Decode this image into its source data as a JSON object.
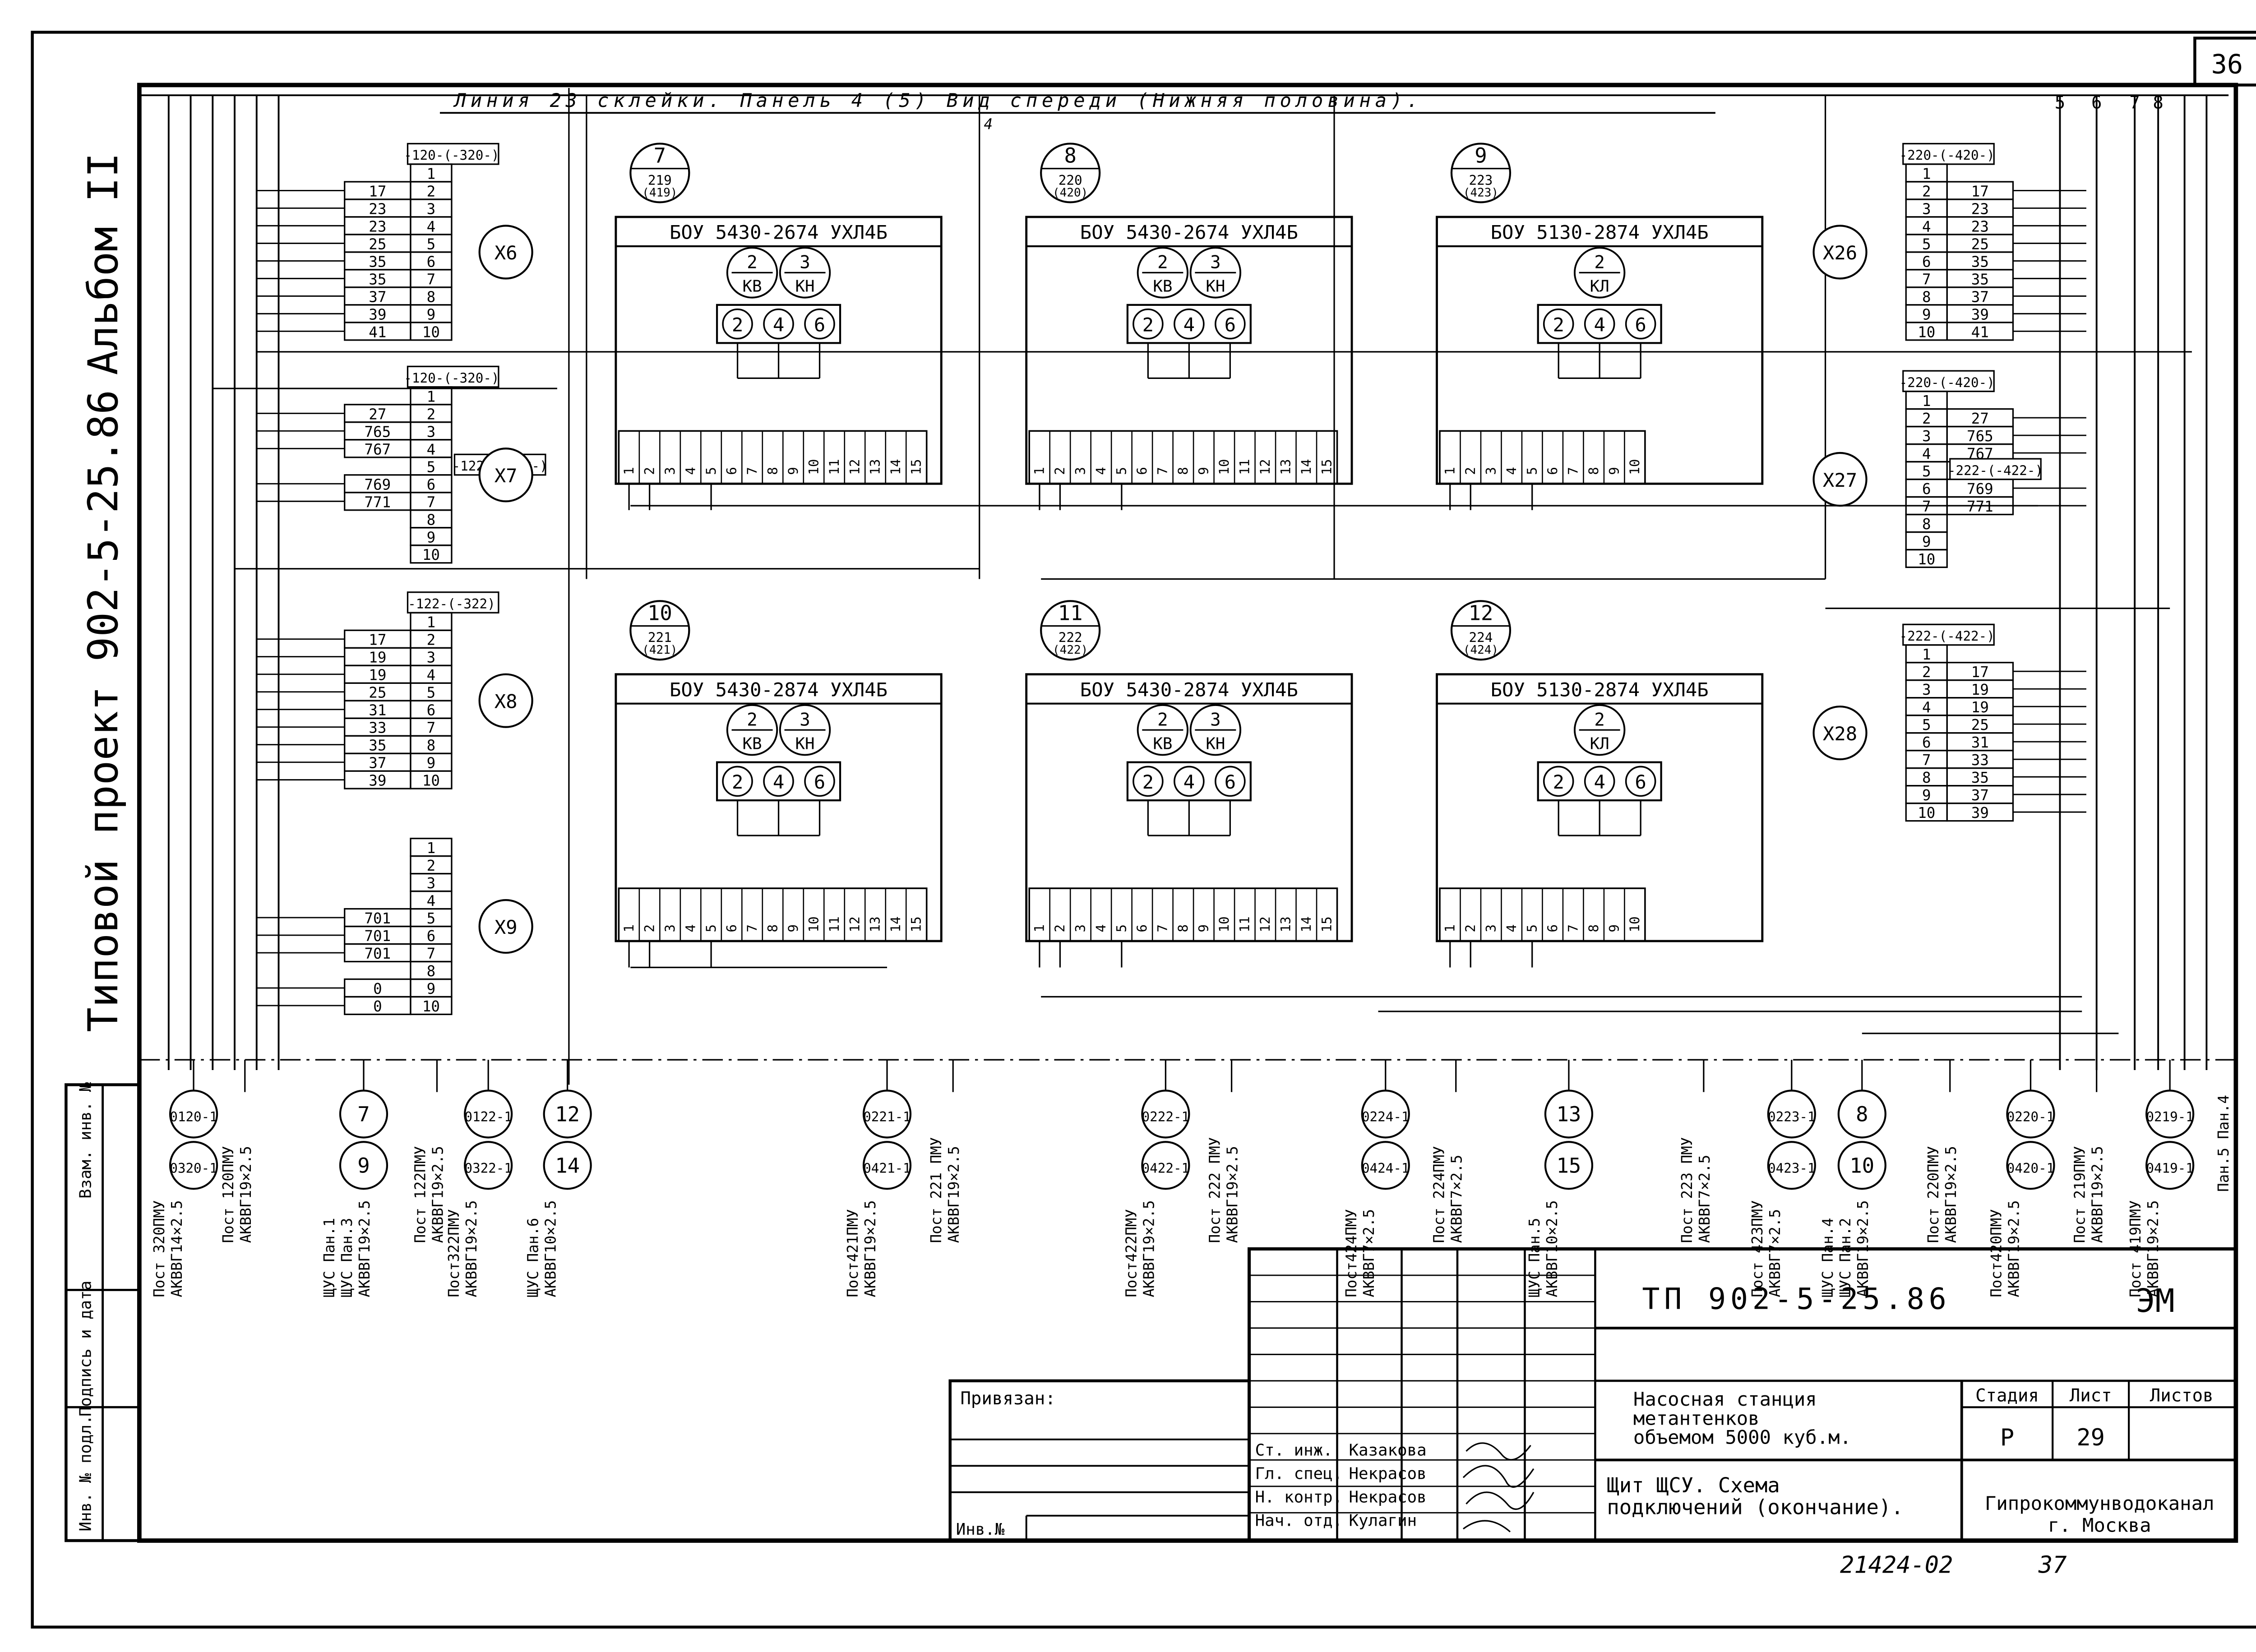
{
  "sheet": {
    "sheet_no": "36",
    "header": "Линия 23 склейки. Панель 4 (5) Вид спереди (Нижняя половина).",
    "header_sub": "4",
    "top_right_labels": [
      "5",
      "6",
      "7",
      "8"
    ],
    "side_album": "Альбом II",
    "side_project": "Типовой проект 902-5-25.86",
    "stamp_cols": [
      "Инв. № подл.",
      "Подпись и дата",
      "Взам. инв. №"
    ]
  },
  "left_blocks": [
    {
      "id": "X6",
      "header": "-120-(-320-)",
      "rows": [
        {
          "n": "1",
          "w": ""
        },
        {
          "n": "2",
          "w": "17"
        },
        {
          "n": "3",
          "w": "23"
        },
        {
          "n": "4",
          "w": "23"
        },
        {
          "n": "5",
          "w": "25"
        },
        {
          "n": "6",
          "w": "35"
        },
        {
          "n": "7",
          "w": "35"
        },
        {
          "n": "8",
          "w": "37"
        },
        {
          "n": "9",
          "w": "39"
        },
        {
          "n": "10",
          "w": "41"
        }
      ]
    },
    {
      "id": "X7",
      "header": "-120-(-320-)",
      "header2": "-122-(-322-)",
      "rows": [
        {
          "n": "1",
          "w": ""
        },
        {
          "n": "2",
          "w": "27"
        },
        {
          "n": "3",
          "w": "765"
        },
        {
          "n": "4",
          "w": "767"
        },
        {
          "n": "5",
          "w": ""
        },
        {
          "n": "6",
          "w": "769"
        },
        {
          "n": "7",
          "w": "771"
        },
        {
          "n": "8",
          "w": ""
        },
        {
          "n": "9",
          "w": ""
        },
        {
          "n": "10",
          "w": ""
        }
      ]
    },
    {
      "id": "X8",
      "header": "-122-(-322)",
      "rows": [
        {
          "n": "1",
          "w": ""
        },
        {
          "n": "2",
          "w": "17"
        },
        {
          "n": "3",
          "w": "19"
        },
        {
          "n": "4",
          "w": "19"
        },
        {
          "n": "5",
          "w": "25"
        },
        {
          "n": "6",
          "w": "31"
        },
        {
          "n": "7",
          "w": "33"
        },
        {
          "n": "8",
          "w": "35"
        },
        {
          "n": "9",
          "w": "37"
        },
        {
          "n": "10",
          "w": "39"
        }
      ]
    },
    {
      "id": "X9",
      "header": "",
      "rows": [
        {
          "n": "1",
          "w": ""
        },
        {
          "n": "2",
          "w": ""
        },
        {
          "n": "3",
          "w": ""
        },
        {
          "n": "4",
          "w": ""
        },
        {
          "n": "5",
          "w": "701"
        },
        {
          "n": "6",
          "w": "701"
        },
        {
          "n": "7",
          "w": "701"
        },
        {
          "n": "8",
          "w": ""
        },
        {
          "n": "9",
          "w": "0"
        },
        {
          "n": "10",
          "w": "0"
        }
      ]
    }
  ],
  "right_blocks": [
    {
      "id": "X26",
      "header": "-220-(-420-)",
      "rows": [
        {
          "n": "1",
          "w": ""
        },
        {
          "n": "2",
          "w": "17"
        },
        {
          "n": "3",
          "w": "23"
        },
        {
          "n": "4",
          "w": "23"
        },
        {
          "n": "5",
          "w": "25"
        },
        {
          "n": "6",
          "w": "35"
        },
        {
          "n": "7",
          "w": "35"
        },
        {
          "n": "8",
          "w": "37"
        },
        {
          "n": "9",
          "w": "39"
        },
        {
          "n": "10",
          "w": "41"
        }
      ]
    },
    {
      "id": "X27",
      "header": "-220-(-420-)",
      "header2": "-222-(-422-)",
      "rows": [
        {
          "n": "1",
          "w": ""
        },
        {
          "n": "2",
          "w": "27"
        },
        {
          "n": "3",
          "w": "765"
        },
        {
          "n": "4",
          "w": "767"
        },
        {
          "n": "5",
          "w": ""
        },
        {
          "n": "6",
          "w": "769"
        },
        {
          "n": "7",
          "w": "771"
        },
        {
          "n": "8",
          "w": ""
        },
        {
          "n": "9",
          "w": ""
        },
        {
          "n": "10",
          "w": ""
        }
      ]
    },
    {
      "id": "X28",
      "header": "-222-(-422-)",
      "rows": [
        {
          "n": "1",
          "w": ""
        },
        {
          "n": "2",
          "w": "17"
        },
        {
          "n": "3",
          "w": "19"
        },
        {
          "n": "4",
          "w": "19"
        },
        {
          "n": "5",
          "w": "25"
        },
        {
          "n": "6",
          "w": "31"
        },
        {
          "n": "7",
          "w": "33"
        },
        {
          "n": "8",
          "w": "35"
        },
        {
          "n": "9",
          "w": "37"
        },
        {
          "n": "10",
          "w": "39"
        }
      ]
    }
  ],
  "relays": [
    {
      "num": "7",
      "a": "219",
      "b": "(419)",
      "title": "БОУ 5430-2674 УХЛ4Б",
      "buttons": [
        {
          "n": "2",
          "l": "КВ"
        },
        {
          "n": "3",
          "l": "КН"
        }
      ],
      "terms": 15
    },
    {
      "num": "8",
      "a": "220",
      "b": "(420)",
      "title": "БОУ 5430-2674 УХЛ4Б",
      "buttons": [
        {
          "n": "2",
          "l": "КВ"
        },
        {
          "n": "3",
          "l": "КН"
        }
      ],
      "terms": 15
    },
    {
      "num": "9",
      "a": "223",
      "b": "(423)",
      "title": "БОУ 5130-2874 УХЛ4Б",
      "buttons": [
        {
          "n": "2",
          "l": "КЛ"
        }
      ],
      "terms": 10
    },
    {
      "num": "10",
      "a": "221",
      "b": "(421)",
      "title": "БОУ 5430-2874 УХЛ4Б",
      "buttons": [
        {
          "n": "2",
          "l": "КВ"
        },
        {
          "n": "3",
          "l": "КН"
        }
      ],
      "terms": 15
    },
    {
      "num": "11",
      "a": "222",
      "b": "(422)",
      "title": "БОУ 5430-2874 УХЛ4Б",
      "buttons": [
        {
          "n": "2",
          "l": "КВ"
        },
        {
          "n": "3",
          "l": "КН"
        }
      ],
      "terms": 15
    },
    {
      "num": "12",
      "a": "224",
      "b": "(424)",
      "title": "БОУ 5130-2874 УХЛ4Б",
      "buttons": [
        {
          "n": "2",
          "l": "КЛ"
        }
      ],
      "terms": 10
    }
  ],
  "relay_contacts": [
    "2",
    "4",
    "6"
  ],
  "cables": [
    {
      "top": "0120-1",
      "bottom": "0320-1",
      "labels": [
        "Пост 320ПМУ",
        "АКВВГ14×2.5"
      ]
    },
    {
      "top": "",
      "bottom": "",
      "labels": [
        "Пост 120ПМУ",
        "АКВВГ19×2.5"
      ]
    },
    {
      "top": "7",
      "bottom": "9",
      "labels": [
        "ЩУС Пан.1",
        "ЩУС Пан.3",
        "АКВВГ19×2.5"
      ]
    },
    {
      "top": "",
      "bottom": "",
      "labels": [
        "Пост 122ПМУ",
        "АКВВГ19×2.5"
      ]
    },
    {
      "top": "0122-1",
      "bottom": "0322-1",
      "labels": [
        "Пост322ПМУ",
        "АКВВГ19×2.5"
      ]
    },
    {
      "top": "12",
      "bottom": "14",
      "labels": [
        "ЩУС Пан.6",
        "АКВВГ10×2.5"
      ]
    },
    {
      "top": "0221-1",
      "bottom": "0421-1",
      "labels": [
        "Пост421ПМУ",
        "АКВВГ19×2.5"
      ]
    },
    {
      "top": "",
      "bottom": "",
      "labels": [
        "Пост 221 ПМУ",
        "АКВВГ19×2.5"
      ]
    },
    {
      "top": "0222-1",
      "bottom": "0422-1",
      "labels": [
        "Пост422ПМУ",
        "АКВВГ19×2.5"
      ]
    },
    {
      "top": "",
      "bottom": "",
      "labels": [
        "Пост 222 ПМУ",
        "АКВВГ19×2.5"
      ]
    },
    {
      "top": "0224-1",
      "bottom": "0424-1",
      "labels": [
        "Пост424ПМУ",
        "АКВВГ7×2.5"
      ]
    },
    {
      "top": "",
      "bottom": "",
      "labels": [
        "Пост 224ПМУ",
        "АКВВГ7×2.5"
      ]
    },
    {
      "top": "13",
      "bottom": "15",
      "labels": [
        "ЩУС Пан.5",
        "АКВВГ10×2.5"
      ]
    },
    {
      "top": "",
      "bottom": "",
      "labels": [
        "Пост 223 ПМУ",
        "АКВВГ7×2.5"
      ]
    },
    {
      "top": "0223-1",
      "bottom": "0423-1",
      "labels": [
        "Пост 423ПМУ",
        "АКВВГ7×2.5"
      ]
    },
    {
      "top": "8",
      "bottom": "10",
      "labels": [
        "ЩУС Пан.4",
        "ЩУС Пан.2",
        "АКВВГ19×2.5"
      ]
    },
    {
      "top": "",
      "bottom": "",
      "labels": [
        "Пост 220ПМУ",
        "АКВВГ19×2.5"
      ]
    },
    {
      "top": "0220-1",
      "bottom": "0420-1",
      "labels": [
        "Пост420ПМУ",
        "АКВВГ19×2.5"
      ]
    },
    {
      "top": "",
      "bottom": "",
      "labels": [
        "Пост 219ПМУ",
        "АКВВГ19×2.5"
      ]
    },
    {
      "top": "0219-1",
      "bottom": "0419-1",
      "labels": [
        "Пост 419ПМУ",
        "АКВВГ19×2.5"
      ]
    }
  ],
  "pan_labels": [
    "Пан.4",
    "Пан.5"
  ],
  "title_block": {
    "code": "ТП 902-5-25.86",
    "mark": "ЭМ",
    "privyazan": "Привязан:",
    "inv": "Инв.№",
    "project_title": [
      "Насосная станция",
      "метантенков",
      "объемом 5000 куб.м."
    ],
    "sheet_title": [
      "Щит ЩСУ. Схема",
      "подключений (окончание)."
    ],
    "stage_h": "Стадия",
    "list_h": "Лист",
    "lists_h": "Листов",
    "stage": "Р",
    "list": "29",
    "lists": "",
    "org": [
      "Гипрокоммунводоканал",
      "г. Москва"
    ],
    "people": [
      {
        "role": "Ст. инж.",
        "name": "Казакова"
      },
      {
        "role": "Гл. спец.",
        "name": "Некрасов"
      },
      {
        "role": "Н. контр.",
        "name": "Некрасов"
      },
      {
        "role": "Нач. отд.",
        "name": "Кулагин"
      }
    ],
    "archive": "21424-02",
    "archive_page": "37"
  }
}
